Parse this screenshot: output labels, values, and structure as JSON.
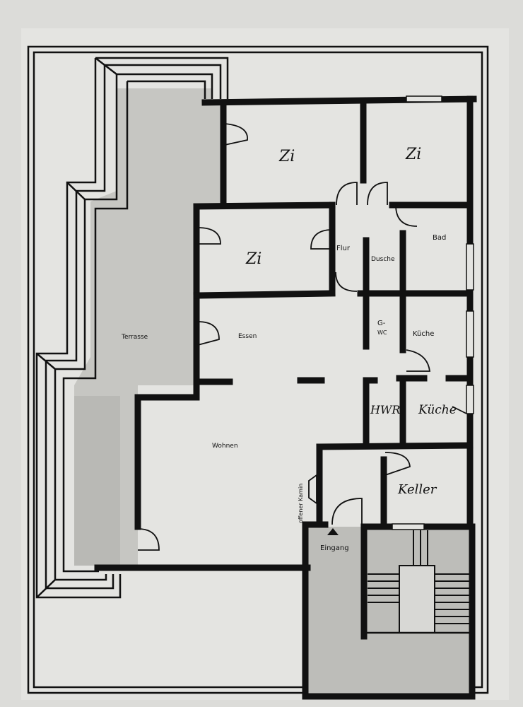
{
  "rooms": {
    "zi_1": "Zi",
    "zi_2": "Zi",
    "zi_3": "Zi",
    "flur": "Flur",
    "bad": "Bad",
    "dusche": "Dusche",
    "gwc_g": "G-",
    "gwc_wc": "WC",
    "kueche_small": "Küche",
    "kueche_large": "Küche",
    "hwr": "HWR",
    "essen": "Essen",
    "wohnen": "Wohnen",
    "terrasse": "Terrasse",
    "keller": "Keller",
    "kamin": "offener Kamin",
    "eingang": "Eingang"
  },
  "colors": {
    "paper": "#dcdcd9",
    "ink": "#111111",
    "shade": "#b9b9b5"
  }
}
